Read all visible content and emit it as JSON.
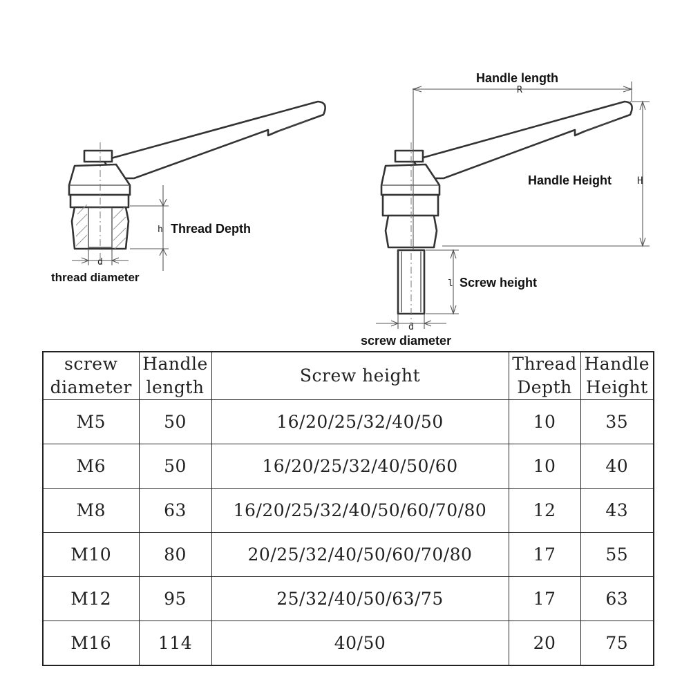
{
  "labels": {
    "handle_length": "Handle length",
    "handle_height": "Handle Height",
    "thread_depth": "Thread Depth",
    "thread_diameter": "thread diameter",
    "screw_height": "Screw height",
    "screw_diameter": "screw diameter"
  },
  "symbols": {
    "R": "R",
    "H": "H",
    "h": "h",
    "l": "l",
    "d_left": "d",
    "d_right": "d"
  },
  "table": {
    "headers": [
      [
        "screw",
        "diameter"
      ],
      [
        "Handle",
        "length"
      ],
      [
        "Screw height"
      ],
      [
        "Thread",
        "Depth"
      ],
      [
        "Handle",
        "Height"
      ]
    ],
    "rows": [
      [
        "M5",
        "50",
        "16/20/25/32/40/50",
        "10",
        "35"
      ],
      [
        "M6",
        "50",
        "16/20/25/32/40/50/60",
        "10",
        "40"
      ],
      [
        "M8",
        "63",
        "16/20/25/32/40/50/60/70/80",
        "12",
        "43"
      ],
      [
        "M10",
        "80",
        "20/25/32/40/50/60/70/80",
        "17",
        "55"
      ],
      [
        "M12",
        "95",
        "25/32/40/50/63/75",
        "17",
        "63"
      ],
      [
        "M16",
        "114",
        "40/50",
        "20",
        "75"
      ]
    ]
  }
}
